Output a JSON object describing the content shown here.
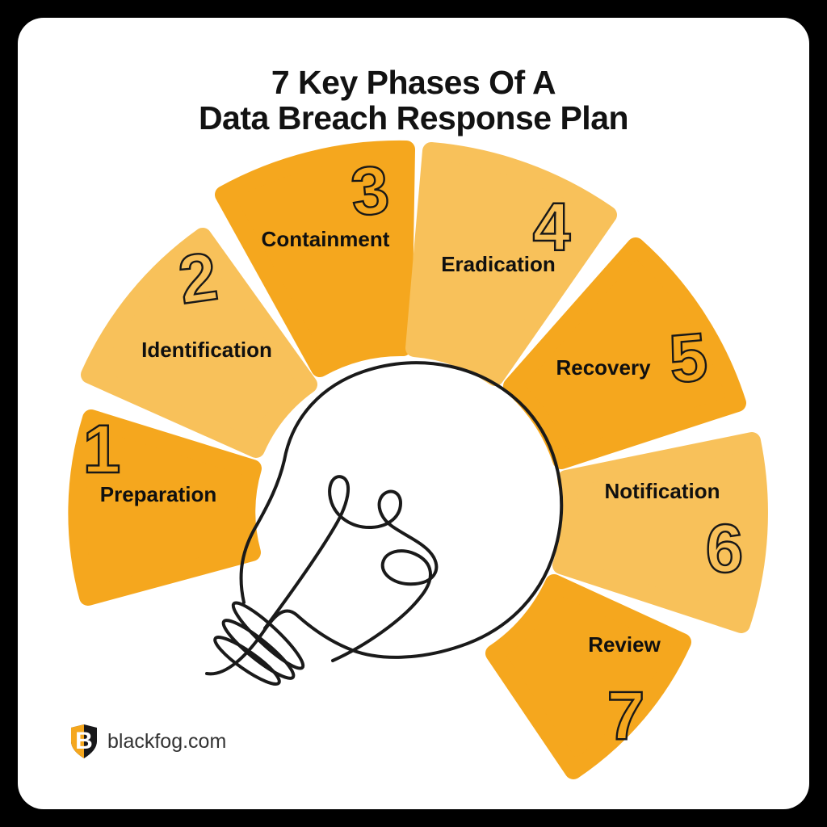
{
  "title": {
    "line1": "7 Key Phases Of A",
    "line2": "Data Breach Response Plan"
  },
  "segments": [
    {
      "number": "1",
      "label": "Preparation",
      "color": "#F5A71E"
    },
    {
      "number": "2",
      "label": "Identification",
      "color": "#F8C15A"
    },
    {
      "number": "3",
      "label": "Containment",
      "color": "#F5A71E"
    },
    {
      "number": "4",
      "label": "Eradication",
      "color": "#F8C15A"
    },
    {
      "number": "5",
      "label": "Recovery",
      "color": "#F5A71E"
    },
    {
      "number": "6",
      "label": "Notification",
      "color": "#F8C15A"
    },
    {
      "number": "7",
      "label": "Review",
      "color": "#F5A71E"
    }
  ],
  "center_icon": "lightbulb-line-art",
  "footer": {
    "logo_icon": "blackfog-shield-icon",
    "logo_letter": "B",
    "website": "blackfog.com"
  },
  "colors": {
    "dark_orange": "#F5A71E",
    "light_orange": "#F8C15A",
    "ink": "#121212",
    "card_background": "#FFFFFF",
    "frame": "#000000"
  }
}
